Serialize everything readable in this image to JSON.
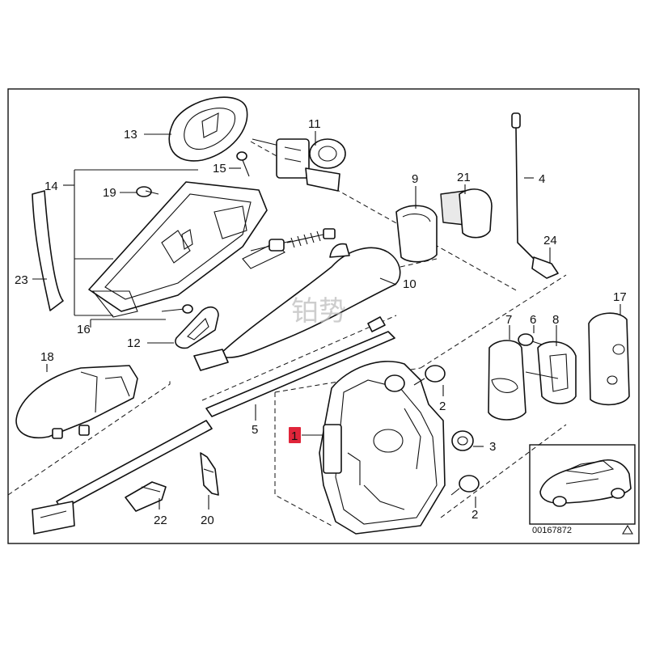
{
  "callouts": {
    "p1": "1",
    "p2a": "2",
    "p2b": "2",
    "p3": "3",
    "p4": "4",
    "p5": "5",
    "p6": "6",
    "p7": "7",
    "p8": "8",
    "p9": "9",
    "p10": "10",
    "p11": "11",
    "p12": "12",
    "p13": "13",
    "p14": "14",
    "p15": "15",
    "p16": "16",
    "p17": "17",
    "p18": "18",
    "p19": "19",
    "p20": "20",
    "p21": "21",
    "p22": "22",
    "p23": "23",
    "p24": "24"
  },
  "reference_code": "00167872",
  "watermark_text": "铂势",
  "colors": {
    "highlight": "#e0253a",
    "line": "#111111",
    "background": "#ffffff"
  }
}
